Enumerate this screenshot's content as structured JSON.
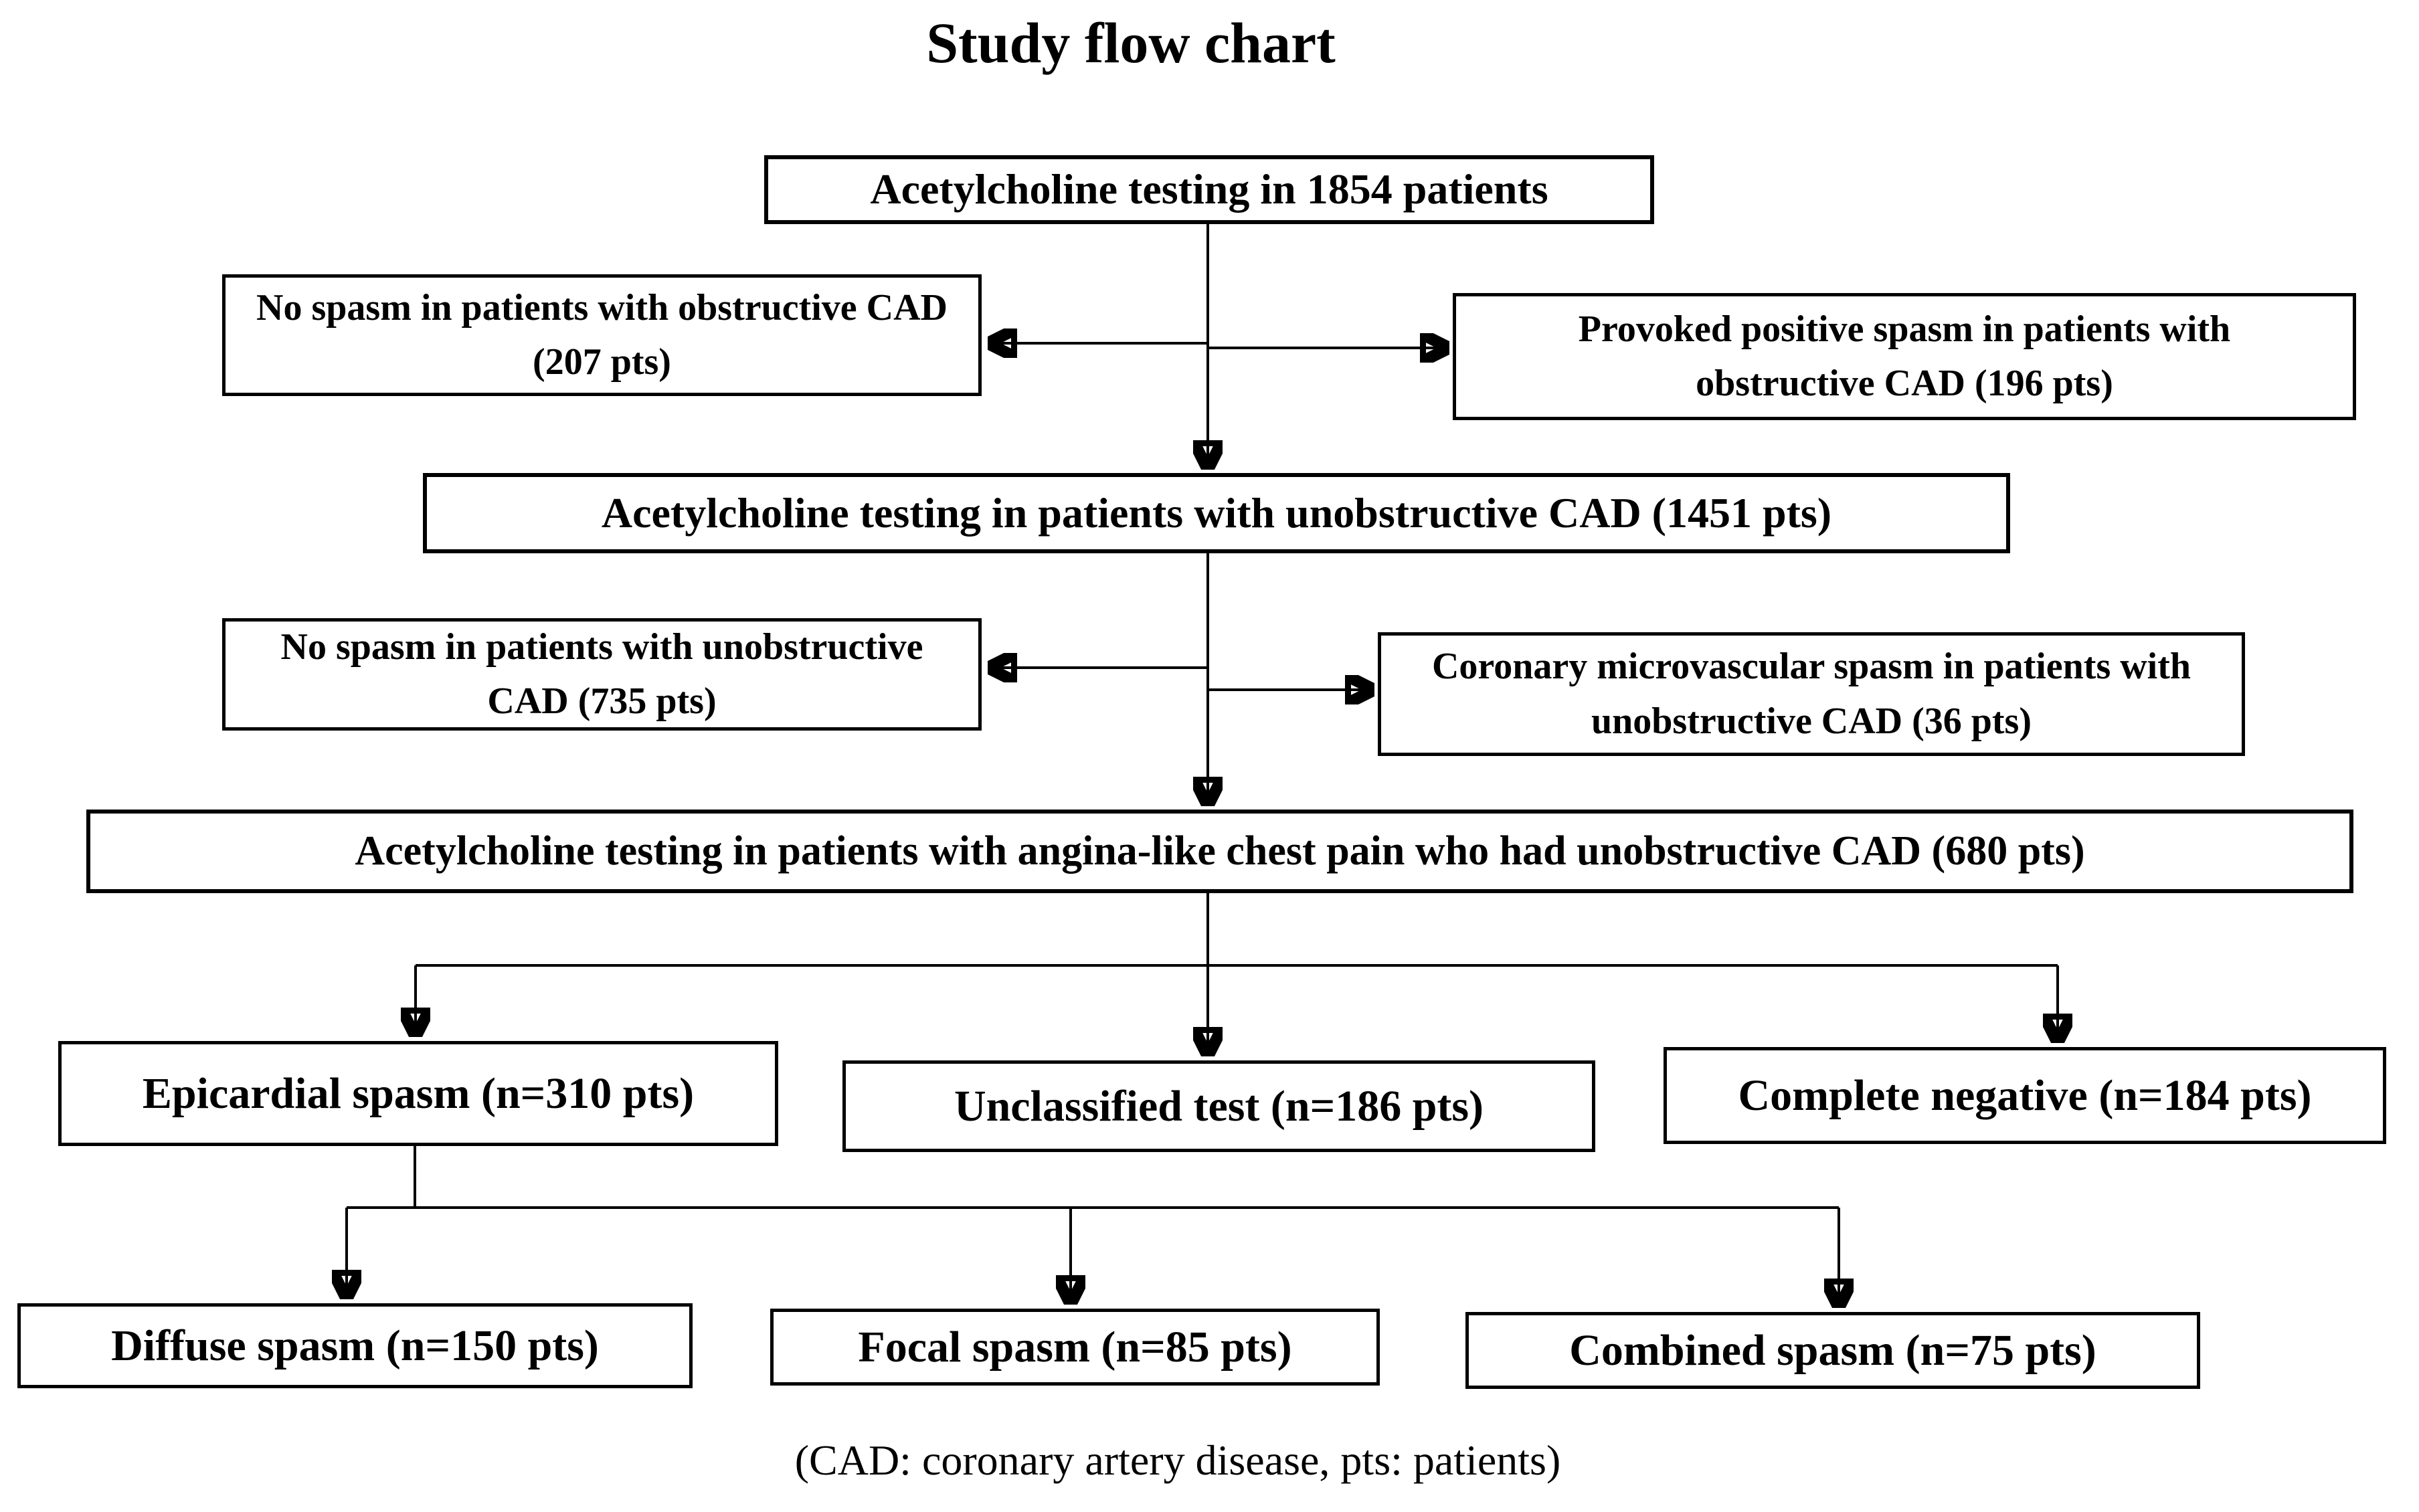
{
  "title": "Study flow chart",
  "footnote": "(CAD: coronary artery disease, pts: patients)",
  "colors": {
    "background": "#ffffff",
    "box_border": "#000000",
    "text": "#000000",
    "connector": "#000000"
  },
  "nodes": {
    "acetylcholine_1854": {
      "label": "Acetylcholine testing in 1854 patients"
    },
    "no_spasm_obstructive": {
      "label": "No spasm in patients with obstructive CAD (207 pts)"
    },
    "provoked_positive": {
      "label": "Provoked positive spasm in patients with obstructive CAD (196 pts)"
    },
    "acetylcholine_unobstructive": {
      "label": "Acetylcholine testing in patients with unobstructive CAD (1451 pts)"
    },
    "no_spasm_unobstructive": {
      "label": "No spasm in patients with unobstructive CAD (735 pts)"
    },
    "microvascular_spasm": {
      "label": "Coronary microvascular spasm in patients with unobstructive CAD (36 pts)"
    },
    "acetylcholine_angina": {
      "label": "Acetylcholine testing in patients with angina-like chest pain who had unobstructive CAD (680 pts)"
    },
    "epicardial_spasm": {
      "label": "Epicardial spasm (n=310 pts)"
    },
    "unclassified_test": {
      "label": "Unclassified test (n=186 pts)"
    },
    "complete_negative": {
      "label": "Complete negative (n=184 pts)"
    },
    "diffuse_spasm": {
      "label": "Diffuse spasm (n=150 pts)"
    },
    "focal_spasm": {
      "label": "Focal spasm (n=85 pts)"
    },
    "combined_spasm": {
      "label": "Combined spasm (n=75 pts)"
    }
  },
  "edges": [
    {
      "from": "acetylcholine_1854",
      "to": "no_spasm_obstructive"
    },
    {
      "from": "acetylcholine_1854",
      "to": "provoked_positive"
    },
    {
      "from": "acetylcholine_1854",
      "to": "acetylcholine_unobstructive"
    },
    {
      "from": "acetylcholine_unobstructive",
      "to": "no_spasm_unobstructive"
    },
    {
      "from": "acetylcholine_unobstructive",
      "to": "microvascular_spasm"
    },
    {
      "from": "acetylcholine_unobstructive",
      "to": "acetylcholine_angina"
    },
    {
      "from": "acetylcholine_angina",
      "to": "epicardial_spasm"
    },
    {
      "from": "acetylcholine_angina",
      "to": "unclassified_test"
    },
    {
      "from": "acetylcholine_angina",
      "to": "complete_negative"
    },
    {
      "from": "epicardial_spasm",
      "to": "diffuse_spasm"
    },
    {
      "from": "epicardial_spasm",
      "to": "focal_spasm"
    },
    {
      "from": "epicardial_spasm",
      "to": "combined_spasm"
    }
  ]
}
